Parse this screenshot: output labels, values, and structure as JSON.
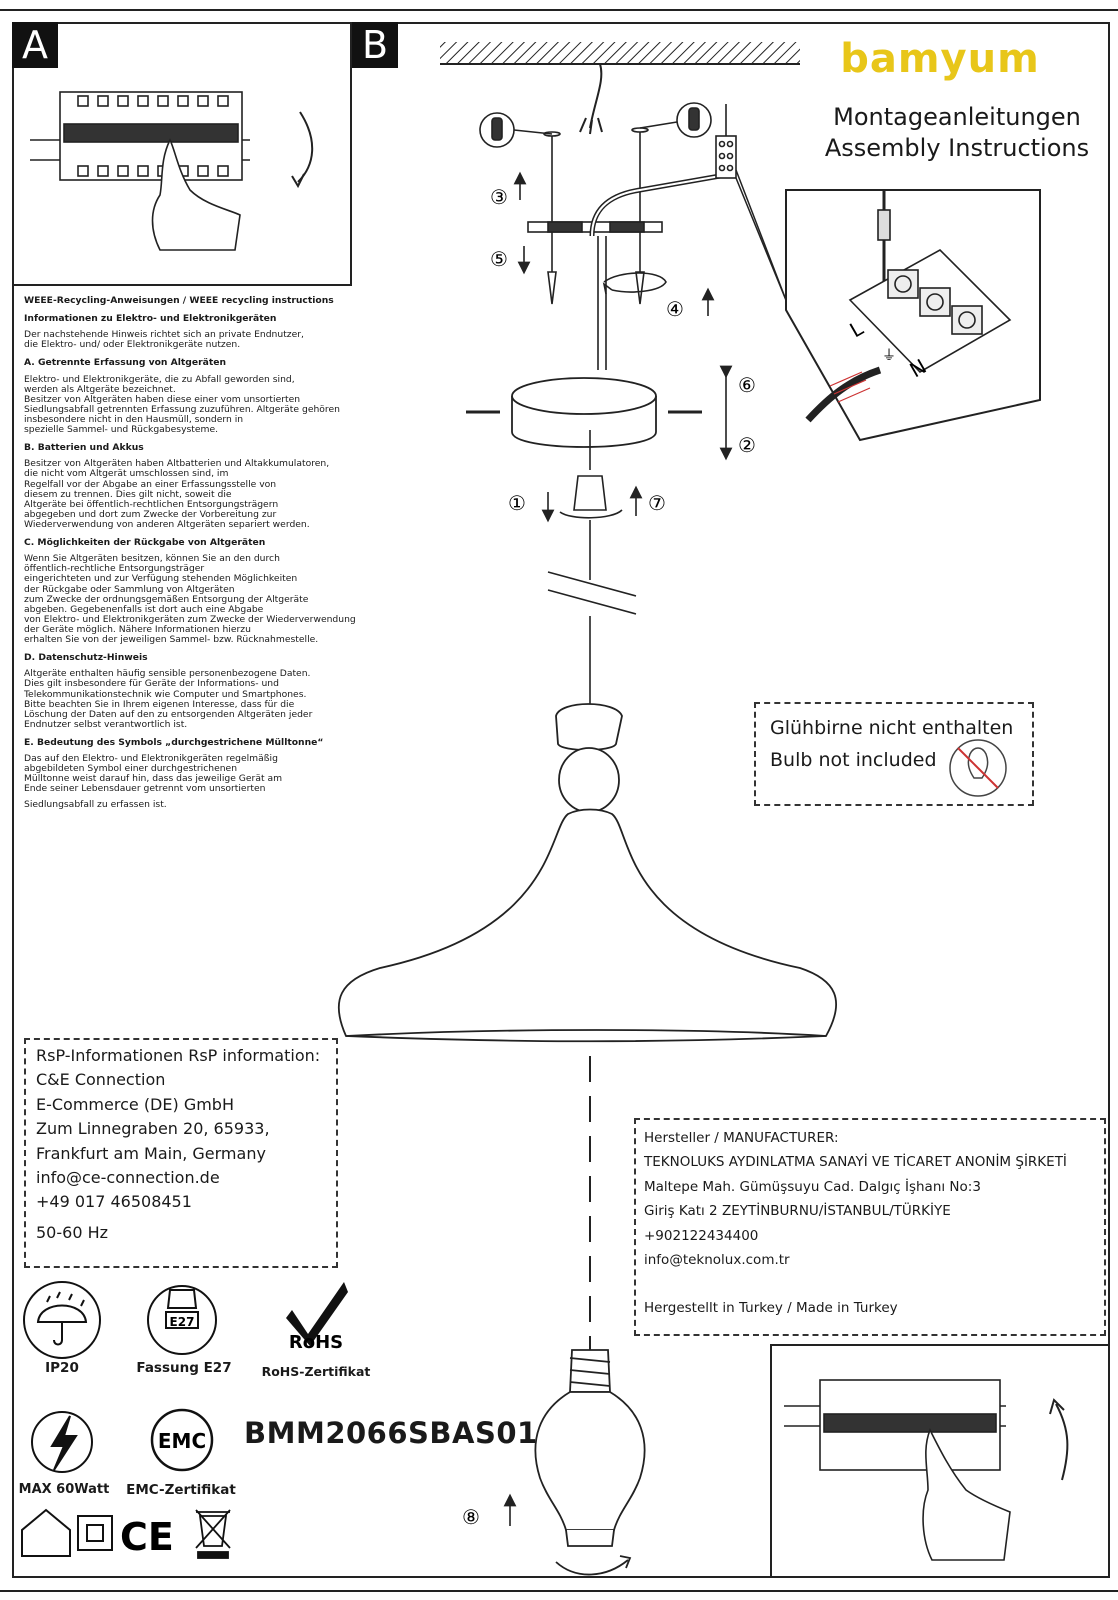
{
  "panel_letters": {
    "a": "A",
    "b": "B"
  },
  "brand": {
    "name": "bamyum",
    "color": "#e8c619"
  },
  "titles": {
    "de": "Montageanleitungen",
    "en": "Assembly Instructions"
  },
  "weee": {
    "title": "WEEE-Recycling-Anweisungen / WEEE recycling instructions",
    "subtitle": "Informationen zu Elektro- und Elektronikgeräten",
    "intro": "Der nachstehende Hinweis richtet sich an private Endnutzer,\n die Elektro- und/ oder Elektronikgeräte nutzen.",
    "sections": [
      {
        "heading": "A. Getrennte Erfassung von Altgeräten",
        "text": "Elektro- und Elektronikgeräte, die zu Abfall geworden sind,\n werden als Altgeräte bezeichnet.\nBesitzer von Altgeräten haben diese einer vom unsortierten\nSiedlungsabfall getrennten Erfassung zuzuführen. Altgeräte gehören\ninsbesondere nicht in den Hausmüll, sondern in\nspezielle Sammel- und Rückgabesysteme."
      },
      {
        "heading": "B. Batterien und Akkus",
        "text": "Besitzer von Altgeräten haben Altbatterien und Altakkumulatoren,\n die nicht vom Altgerät umschlossen sind, im\nRegelfall vor der Abgabe an einer Erfassungsstelle von\ndiesem zu trennen. Dies gilt nicht, soweit die\nAltgeräte bei öffentlich-rechtlichen Entsorgungsträgern\nabgegeben und dort zum Zwecke der Vorbereitung zur\nWiederverwendung von anderen Altgeräten separiert werden."
      },
      {
        "heading": "C. Möglichkeiten der Rückgabe von Altgeräten",
        "text": "Wenn Sie Altgeräten besitzen, können Sie an den durch\nöffentlich-rechtliche Entsorgungsträger\neingerichteten und zur Verfügung stehenden Möglichkeiten\nder Rückgabe oder Sammlung von Altgeräten\n zum Zwecke der ordnungsgemäßen Entsorgung der Altgeräte\nabgeben. Gegebenenfalls ist dort auch eine Abgabe\n von Elektro- und Elektronikgeräten zum Zwecke der Wiederverwendung\nder Geräte möglich. Nähere Informationen hierzu\nerhalten Sie von der jeweiligen Sammel- bzw. Rücknahmestelle."
      },
      {
        "heading": "D. Datenschutz-Hinweis",
        "text": "Altgeräte enthalten häufig sensible personenbezogene Daten.\nDies gilt insbesondere für Geräte der Informations- und\nTelekommunikationstechnik wie Computer und Smartphones.\n Bitte beachten Sie in Ihrem eigenen Interesse, dass für die\nLöschung der Daten auf den zu entsorgenden Altgeräten jeder\nEndnutzer selbst verantwortlich ist."
      },
      {
        "heading": "E. Bedeutung des Symbols „durchgestrichene Mülltonne“",
        "text": "Das auf den Elektro- und Elektronikgeräten regelmäßig\n abgebildeten Symbol einer durchgestrichenen\nMülltonne weist darauf hin, dass das jeweilige Gerät am\nEnde seiner Lebensdauer getrennt vom unsortierten"
      }
    ],
    "closing": "Siedlungsabfall zu erfassen ist."
  },
  "steps": [
    "①",
    "②",
    "③",
    "④",
    "⑤",
    "⑥",
    "⑦",
    "⑧"
  ],
  "wiring": {
    "l": "L",
    "n": "N",
    "earth": "⏚"
  },
  "bulb_notice": {
    "de": "Glühbirne nicht enthalten",
    "en": "Bulb not included"
  },
  "rsp": {
    "title": "RsP-Informationen RsP information:",
    "lines": [
      "C&E Connection",
      "E-Commerce (DE) GmbH",
      "Zum Linnegraben 20, 65933,",
      "Frankfurt am Main, Germany",
      "info@ce-connection.de",
      "+49 017 46508451",
      "50-60 Hz"
    ]
  },
  "manufacturer": {
    "title": "Hersteller / MANUFACTURER:",
    "lines": [
      "TEKNOLUKS AYDINLATMA SANAYİ VE TİCARET ANONİM ŞİRKETİ",
      "Maltepe Mah. Gümüşsuyu Cad. Dalgıç İşhanı No:3",
      "Giriş Katı 2 ZEYTİNBURNU/İSTANBUL/TÜRKİYE",
      "+902122434400",
      "info@teknolux.com.tr"
    ],
    "made_in": "Hergestellt in Turkey / Made in Turkey"
  },
  "icons": {
    "ip": {
      "label": "IP20",
      "icon": "umbrella-rain-icon"
    },
    "socket": {
      "label": "Fassung E27",
      "badge": "E27",
      "icon": "bulb-socket-icon"
    },
    "rohs": {
      "label": "RoHS-Zertifikat",
      "mark": "RoHS",
      "icon": "rohs-check-icon"
    },
    "power": {
      "label": "MAX 60Watt",
      "icon": "lightning-icon"
    },
    "emc": {
      "label": "EMC-Zertifikat",
      "mark": "EMC",
      "icon": "emc-icon"
    },
    "ce": {
      "mark": "CE"
    }
  },
  "model": "BMM2066SBAS01"
}
